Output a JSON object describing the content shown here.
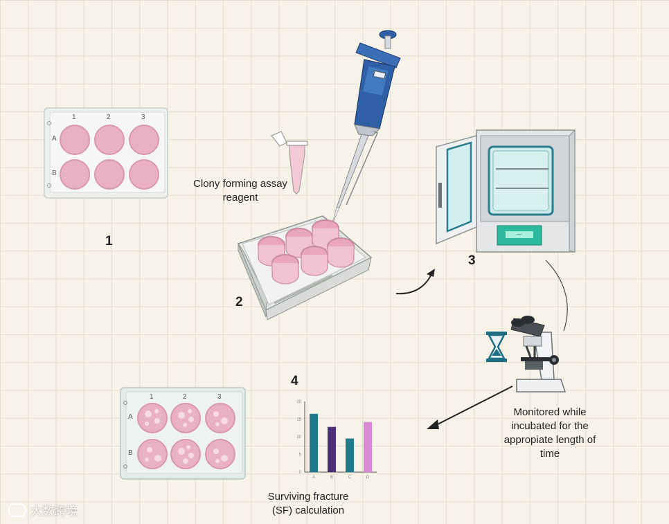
{
  "plate1": {
    "cols": [
      "1",
      "2",
      "3"
    ],
    "rows": [
      "A",
      "B"
    ]
  },
  "plate4": {
    "cols": [
      "1",
      "2",
      "3"
    ],
    "rows": [
      "A",
      "B"
    ]
  },
  "steps": {
    "s1": "1",
    "s2": "2",
    "s3": "3",
    "s4": "4"
  },
  "labels": {
    "reagent": [
      "Clony forming assay",
      "reagent"
    ],
    "monitor": [
      "Monitored while",
      "incubated for the",
      "appropiate length of",
      "time"
    ],
    "sf": [
      "Surviving fracture",
      "(SF) calculation"
    ]
  },
  "incubator": {
    "display_text": "—"
  },
  "chart_data": {
    "type": "bar",
    "categories": [
      "A",
      "B",
      "C",
      "D"
    ],
    "values": [
      16.5,
      12.8,
      9.5,
      14.2
    ],
    "colors": [
      "#1f7a8c",
      "#4b2f78",
      "#1f7a8c",
      "#d98ad6"
    ],
    "ylim": [
      0,
      20
    ],
    "yticks": [
      "20",
      "15",
      "10",
      "5",
      "0"
    ],
    "title": "",
    "xlabel": "",
    "ylabel": ""
  },
  "watermark": "大数跨境",
  "colors": {
    "well_pink": "#eab0c4",
    "pipette_blue": "#2f5fa6",
    "teal": "#2a7d8a",
    "arrow": "#222222"
  }
}
